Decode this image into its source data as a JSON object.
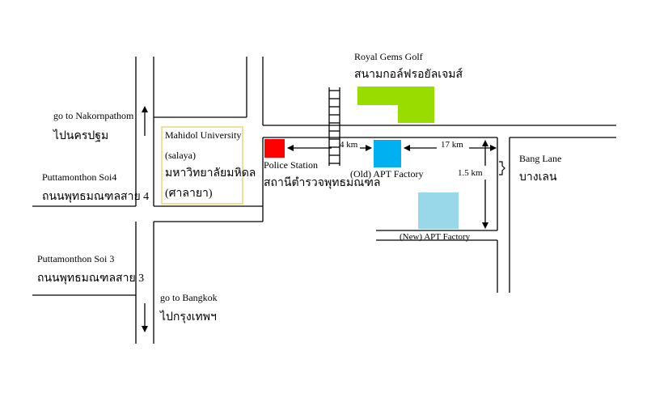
{
  "colors": {
    "background": "#ffffff",
    "road": "#000000",
    "golf_course": "#99dd00",
    "police_station": "#ff0000",
    "old_factory": "#00b0f0",
    "new_factory": "#99d8e8",
    "university_border": "#e8d878"
  },
  "places": {
    "golf_name_en": "Royal Gems Golf",
    "golf_name_th": "สนามกอล์ฟรอยัลเจมส์",
    "university_name_en": "Mahidol University",
    "university_sub_en": "(salaya)",
    "university_name_th": "มหาวิทยาลัยมหิดล",
    "university_sub_th": "(ศาลายา)",
    "police_en": "Police Station",
    "police_th": "สถานีตำรวจพุทธมณฑล",
    "old_factory": "(Old) APT Factory",
    "new_factory": "(New) APT Factory",
    "bang_lane_en": "Bang Lane",
    "bang_lane_th": "บางเลน"
  },
  "roads": {
    "nakornpathom_en": "go to Nakornpathom",
    "nakornpathom_th": "ไปนครปฐม",
    "bangkok_en": "go to Bangkok",
    "bangkok_th": "ไปกรุงเทพฯ",
    "soi4_en": "Puttamonthon Soi4",
    "soi4_th": "ถนนพุทธมณฑลสาย 4",
    "soi3_en": "Puttamonthon  Soi 3",
    "soi3_th": "ถนนพุทธมณฑลสาย 3"
  },
  "distances": {
    "police_to_old": "4 km",
    "old_to_turn": "17 km",
    "turn_to_new": "1.5 km"
  }
}
